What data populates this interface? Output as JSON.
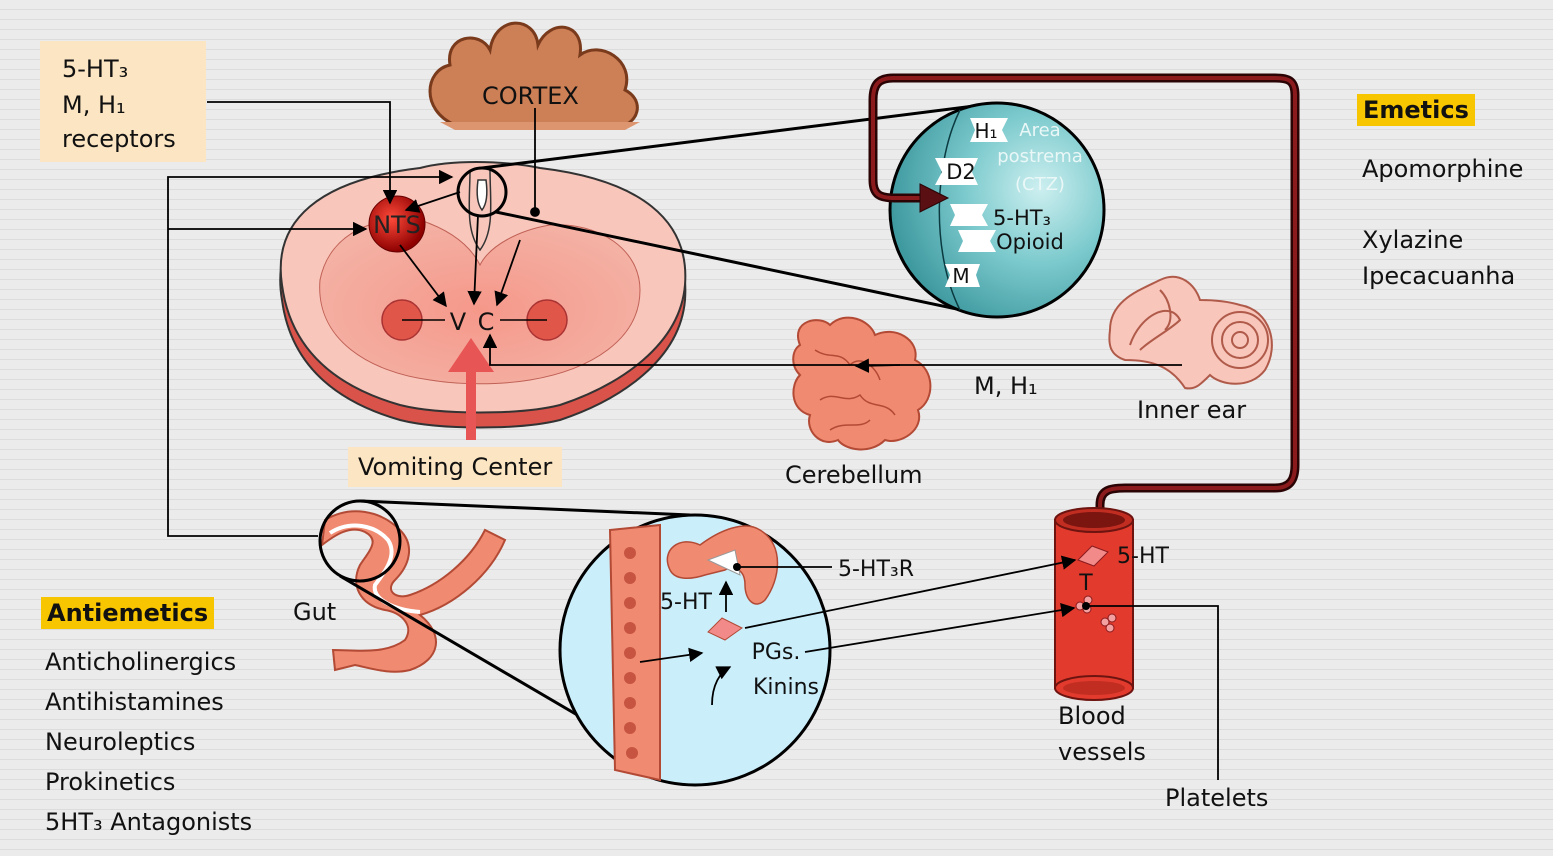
{
  "receptors_box": {
    "line1": "5-HT₃",
    "line2": "M, H₁",
    "line3": "receptors"
  },
  "cortex_label": "CORTEX",
  "nts_label": "NTS",
  "vc_v": "V",
  "vc_c": "C",
  "vomiting_center_label": "Vomiting Center",
  "ctz": {
    "area_label_1": "Area",
    "area_label_2": "postrema",
    "area_label_3": "(CTZ)",
    "receptor_h1": "H₁",
    "receptor_d2": "D2",
    "receptor_5ht3": "5-HT₃",
    "receptor_opioid": "Opioid",
    "receptor_m": "M"
  },
  "inner_ear_label": "Inner ear",
  "inner_ear_receptors": "M, H₁",
  "cerebellum_label": "Cerebellum",
  "gut_label": "Gut",
  "gut_zoom": {
    "receptor_label": "5-HT₃R",
    "serotonin_label": "5-HT",
    "pgs_label": "PGs.",
    "kinins_label": "Kinins"
  },
  "blood": {
    "serotonin_label": "5-HT",
    "t_label": "T",
    "vessels_line1": "Blood",
    "vessels_line2": "vessels",
    "platelets_label": "Platelets"
  },
  "emetics": {
    "title": "Emetics",
    "items": [
      "Apomorphine",
      "Xylazine",
      "Ipecacuanha"
    ]
  },
  "antiemetics": {
    "title": "Antiemetics",
    "items": [
      "Anticholinergics",
      "Antihistamines",
      "Neuroleptics",
      "Prokinetics",
      "5HT₃ Antagonists"
    ]
  },
  "colors": {
    "ctz_teal": "#3f9aa0",
    "gut_salmon": "#f08a70",
    "blood_red": "#e23b2e",
    "circulation_dark": "#5a0f12",
    "highlight_yellow": "#f7c600",
    "label_box": "#fbe5c2",
    "vomit_arrow": "#e85555"
  }
}
